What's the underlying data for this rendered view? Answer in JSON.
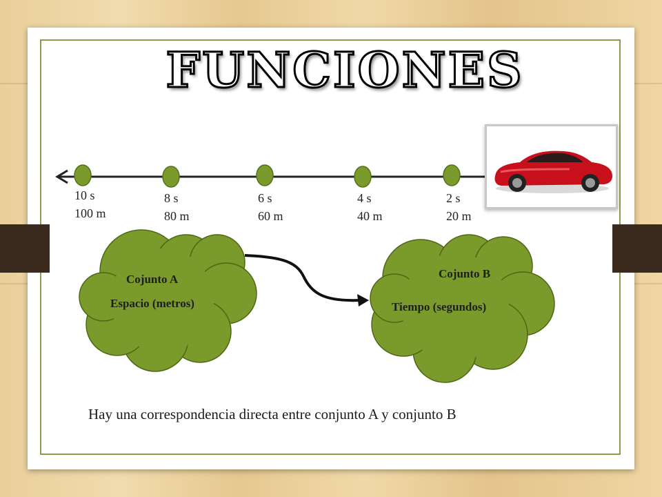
{
  "title": "FUNCIONES",
  "timeline": {
    "points": [
      {
        "time": "10 s",
        "distance": "100 m"
      },
      {
        "time": "8 s",
        "distance": "80 m"
      },
      {
        "time": "6 s",
        "distance": "60 m"
      },
      {
        "time": "4 s",
        "distance": "40 m"
      },
      {
        "time": "2 s",
        "distance": "20 m"
      }
    ]
  },
  "set_a": {
    "name": "Cojunto A",
    "label": "Espacio (metros)"
  },
  "set_b": {
    "name": "Cojunto B",
    "label": "Tiempo (segundos)"
  },
  "sentence": "Hay una correspondencia directa entre conjunto A y conjunto B",
  "colors": {
    "cloud": "#7a9a2c",
    "frame": "#86a04a",
    "car": "#c8101c"
  }
}
